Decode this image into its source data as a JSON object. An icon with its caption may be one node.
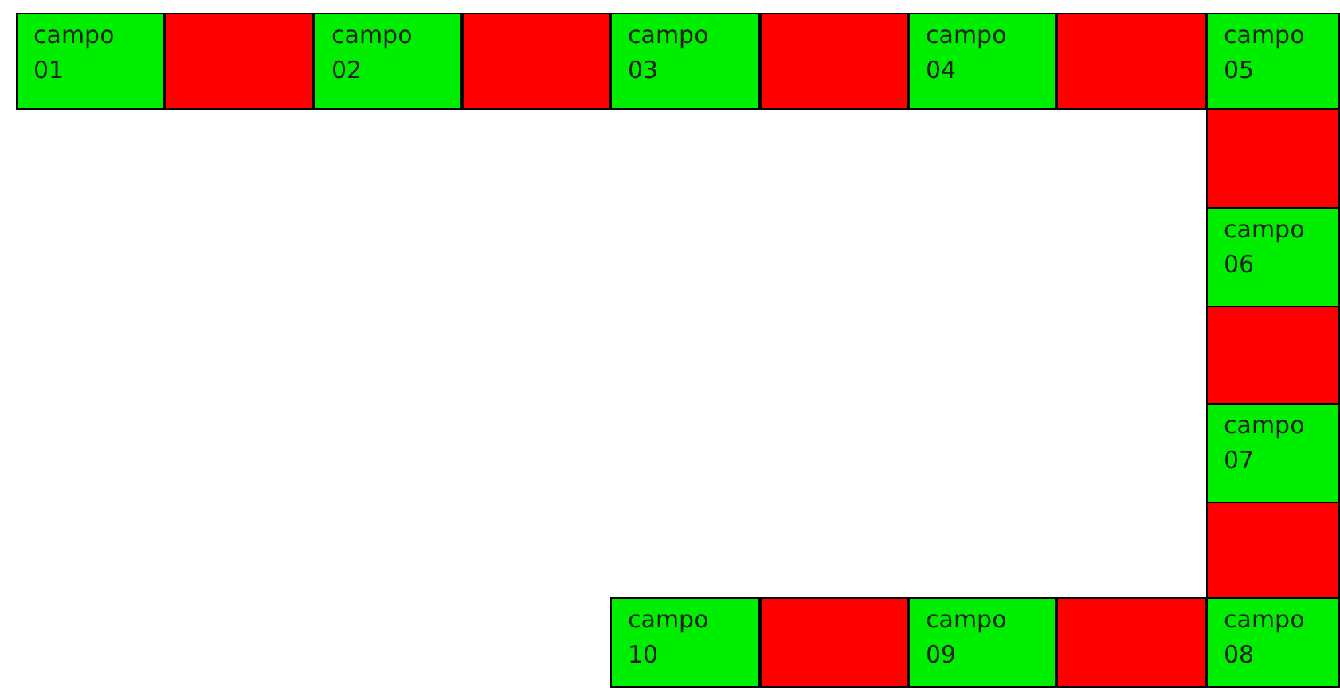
{
  "diagram": {
    "nodes": [
      {
        "text": [
          "campo 01"
        ]
      },
      {
        "text": [],
        "shape": "box"
      },
      {
        "text": [
          "campo 02"
        ]
      },
      {
        "text": [],
        "shape": "box"
      },
      {
        "text": [
          "campo 03"
        ]
      },
      {
        "text": [],
        "shape": "box"
      },
      {
        "text": [
          "campo 04"
        ]
      },
      {
        "text": [],
        "shape": "box"
      },
      {
        "text": [
          "campo 05"
        ]
      },
      {
        "text": [],
        "shape": "box"
      },
      {
        "text": [
          "campo 06"
        ]
      },
      {
        "text": [],
        "shape": "box"
      },
      {
        "text": [
          "campo 07"
        ]
      },
      {
        "text": [],
        "shape": "box"
      },
      {
        "text": [
          "campo 08"
        ]
      },
      {
        "text": [],
        "shape": "box"
      },
      {
        "text": [
          "campo 09"
        ]
      },
      {
        "text": [],
        "shape": "box"
      },
      {
        "text": [
          "campo 10"
        ]
      }
    ]
  }
}
